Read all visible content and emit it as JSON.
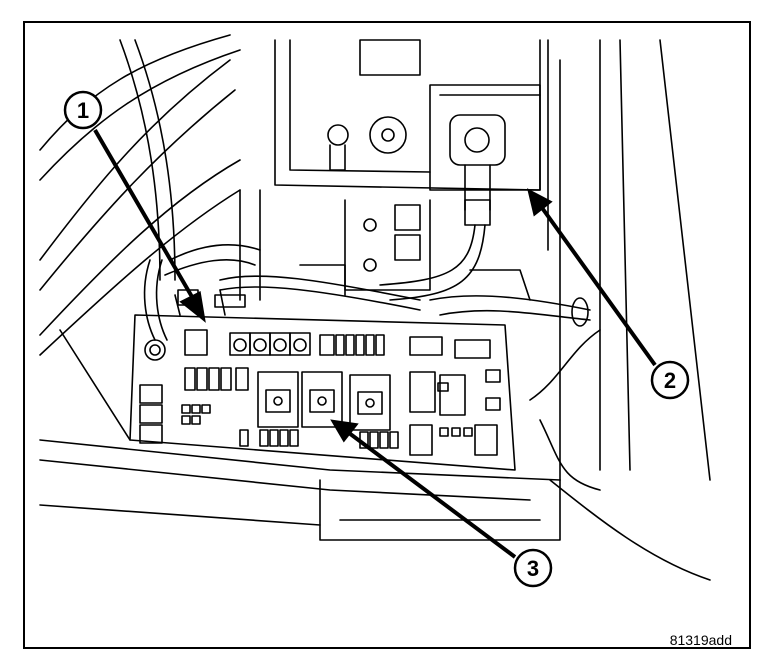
{
  "figure_id": "81319add",
  "callouts": [
    {
      "label": "1"
    },
    {
      "label": "2"
    },
    {
      "label": "3"
    }
  ],
  "colors": {
    "line": "#000000",
    "background": "#ffffff"
  }
}
